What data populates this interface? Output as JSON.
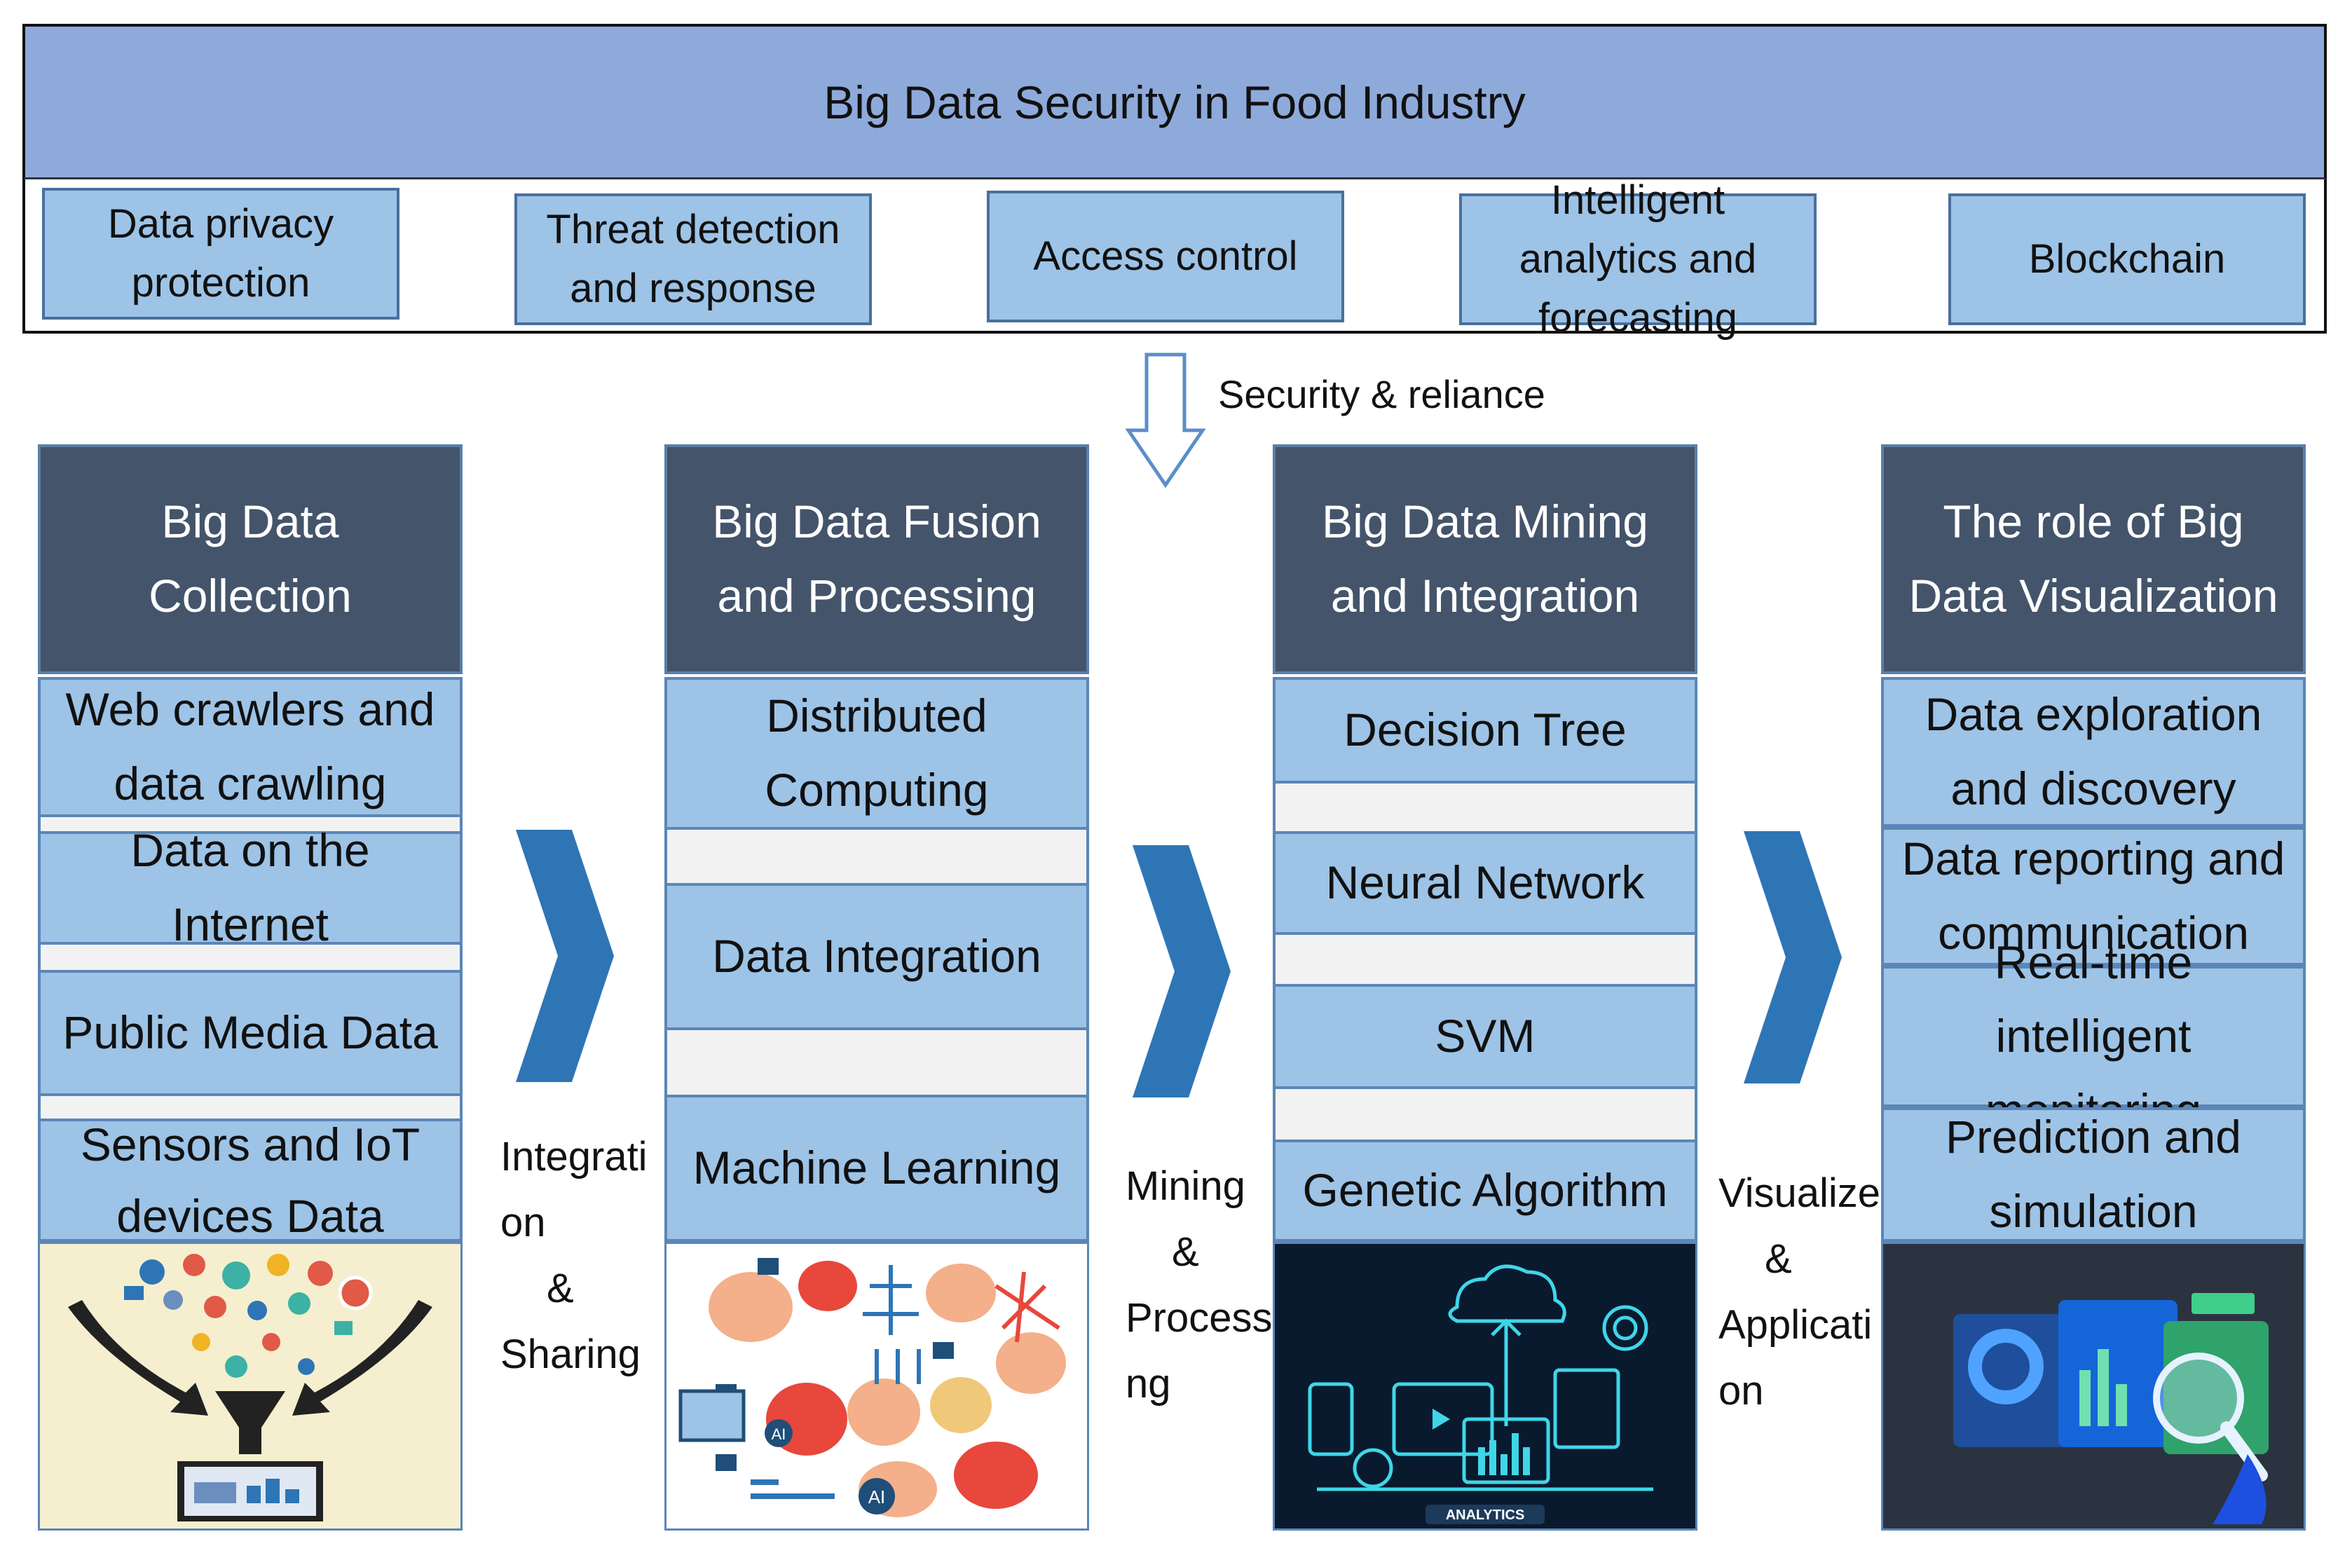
{
  "header": {
    "title": "Big Data Security in Food Industry"
  },
  "security_items": [
    "Data privacy protection",
    "Threat detection and response",
    "Access control",
    "Intelligent analytics and forecasting",
    "Blockchain"
  ],
  "security_arrow_label": "Security & reliance",
  "columns": [
    {
      "title": "Big Data Collection",
      "items": [
        "Web crawlers and data crawling",
        "Data on the Internet",
        "Public Media Data",
        "Sensors and IoT devices Data"
      ]
    },
    {
      "title": "Big Data Fusion and Processing",
      "items": [
        "Distributed Computing",
        "Data Integration",
        "Machine Learning"
      ]
    },
    {
      "title": "Big Data Mining and Integration",
      "items": [
        "Decision Tree",
        "Neural Network",
        "SVM",
        "Genetic Algorithm"
      ]
    },
    {
      "title": "The role of Big Data Visualization",
      "items": [
        "Data exploration and discovery",
        "Data reporting and communication",
        "Real-time intelligent monitoring",
        "Prediction and simulation"
      ]
    }
  ],
  "connectors": [
    {
      "lines": [
        "Integrati",
        "on",
        "&",
        "Sharing"
      ]
    },
    {
      "lines": [
        "Mining",
        "&",
        "Processi",
        "ng"
      ]
    },
    {
      "lines": [
        "Visualize",
        "&",
        "Applicati",
        "on"
      ]
    }
  ],
  "image_captions": {
    "analytics_label": "ANALYTICS",
    "ai_label": "AI"
  },
  "colors": {
    "title_bar": "#8eaadb",
    "box_fill": "#9dc3e6",
    "header_fill": "#44546a",
    "chevron": "#2e75b6"
  }
}
